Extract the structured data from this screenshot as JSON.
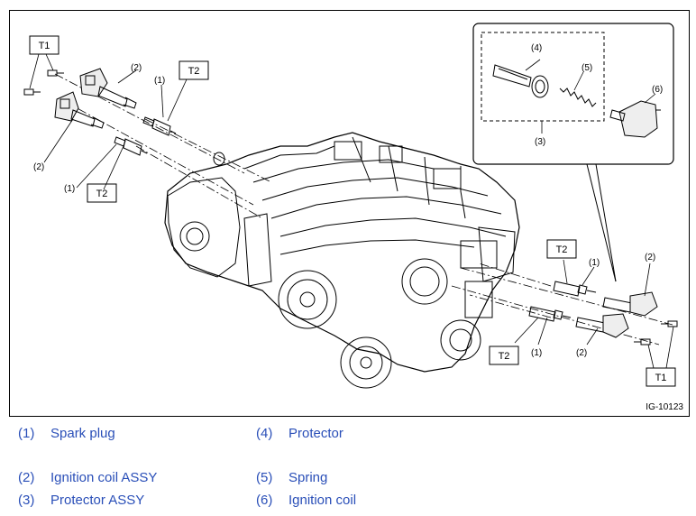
{
  "figure": {
    "id": "IG-10123",
    "callouts": {
      "c1": "(1)",
      "c2": "(2)",
      "c3": "(3)",
      "c4": "(4)",
      "c5": "(5)",
      "c6": "(6)"
    },
    "torque_labels": {
      "t1": "T1",
      "t2": "T2"
    }
  },
  "legend": [
    {
      "num": "(1)",
      "text": "Spark plug"
    },
    {
      "num": "(2)",
      "text": "Ignition coil ASSY"
    },
    {
      "num": "(3)",
      "text": "Protector ASSY"
    },
    {
      "num": "(4)",
      "text": "Protector"
    },
    {
      "num": "(5)",
      "text": "Spring"
    },
    {
      "num": "(6)",
      "text": "Ignition coil"
    }
  ],
  "colors": {
    "legend_text": "#2a4fb8",
    "line": "#000000"
  }
}
